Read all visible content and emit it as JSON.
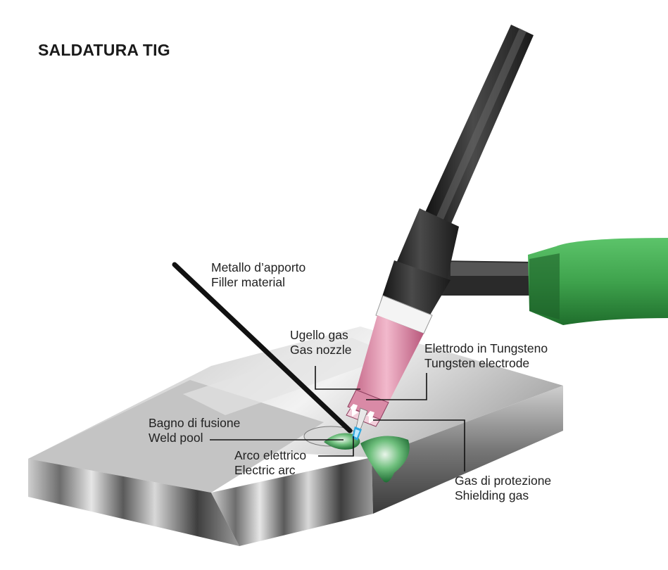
{
  "title": "SALDATURA TIG",
  "labels": {
    "filler": {
      "it": "Metallo d’apporto",
      "en": "Filler material"
    },
    "nozzle": {
      "it": "Ugello gas",
      "en": "Gas nozzle"
    },
    "electrode": {
      "it": "Elettrodo in Tungsteno",
      "en": "Tungsten electrode"
    },
    "pool": {
      "it": "Bagno di fusione",
      "en": "Weld pool"
    },
    "arc": {
      "it": "Arco elettrico",
      "en": "Electric arc"
    },
    "gas": {
      "it": "Gas di protezione",
      "en": "Shielding gas"
    }
  },
  "colors": {
    "cable": "#2b2b2b",
    "handle": "#3fa34d",
    "nozzle": "#e8a0b8",
    "weld": "#2e8b4a",
    "arc": "#2fa8e0",
    "metal": "#b8b8b8"
  }
}
